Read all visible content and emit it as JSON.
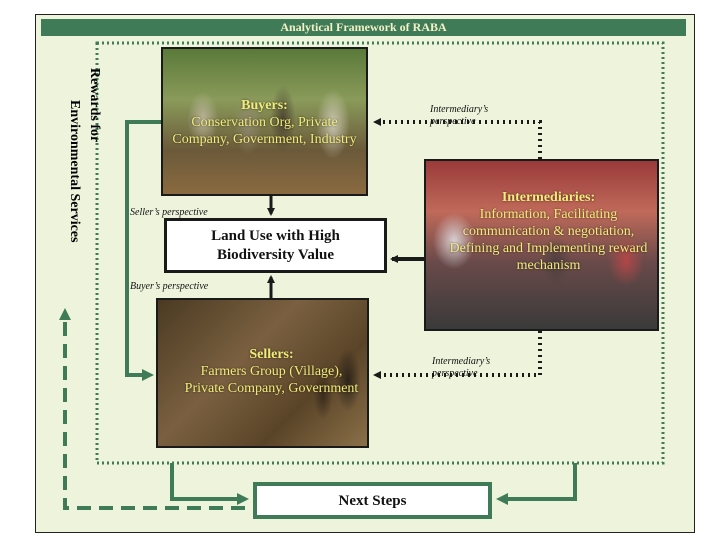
{
  "title": "Analytical Framework of RABA",
  "buyers": {
    "heading": "Buyers:",
    "body": "Conservation Org, Private Company, Government, Industry"
  },
  "intermediaries": {
    "heading": "Intermediaries:",
    "body": "Information, Facilitating communication & negotiation, Defining and Implementing reward mechanism"
  },
  "sellers": {
    "heading": "Sellers:",
    "body": "Farmers Group (Village), Private Company, Government"
  },
  "center_box": {
    "line1": "Land Use with High",
    "line2": "Biodiversity Value"
  },
  "next_steps": "Next Steps",
  "labels": {
    "intermediary_top_1": "Intermediary’s",
    "intermediary_top_2": "perspective",
    "intermediary_bottom_1": "Intermediary’s",
    "intermediary_bottom_2": "perspective",
    "seller_perspective": "Seller’s perspective",
    "buyer_perspective": "Buyer’s perspective"
  },
  "side_label": {
    "line1": "Rewards for",
    "line2": "Environmental Services"
  },
  "colors": {
    "green": "#3e7b56",
    "background": "#eef4dc",
    "photo_text": "#f2ec7a",
    "frame_title_text": "#f4f0c8"
  }
}
